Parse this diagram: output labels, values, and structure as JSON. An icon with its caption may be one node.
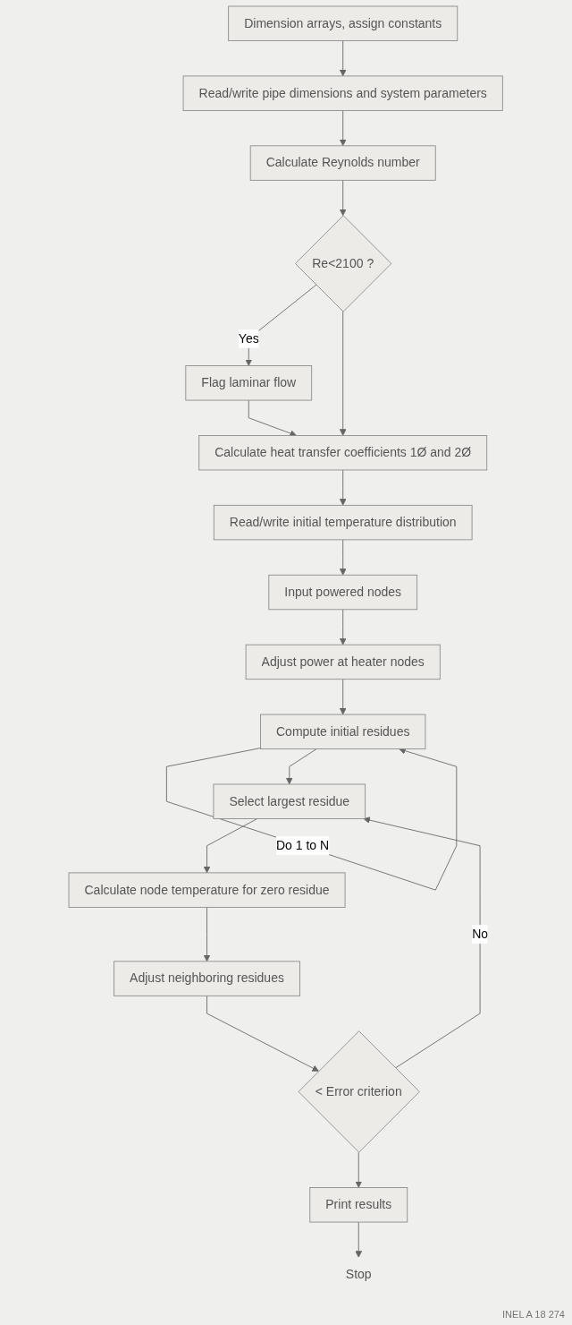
{
  "diagram": {
    "nodes": [
      {
        "text": [
          "Dimension arrays, assign constants"
        ]
      },
      {
        "text": [
          "Read/write pipe dimensions and system parameters"
        ]
      },
      {
        "text": [
          "Calculate Reynolds number"
        ]
      },
      {
        "text": [
          "Re<2100 ?"
        ]
      },
      {
        "text": [
          "Flag laminar flow"
        ]
      },
      {
        "text": [
          "Calculate heat transfer coefficients 1Ø and 2Ø"
        ]
      },
      {
        "text": [
          "Read/write initial temperature distribution"
        ]
      },
      {
        "text": [
          "Input powered nodes"
        ]
      },
      {
        "text": [
          "Adjust power at heater nodes"
        ]
      },
      {
        "text": [
          "Compute initial residues"
        ]
      },
      {
        "text": [
          "Select largest residue"
        ]
      },
      {
        "text": [
          "Calculate node temperature for zero residue"
        ]
      },
      {
        "text": [
          "Adjust neighboring residues"
        ]
      },
      {
        "text": [
          "< Error criterion"
        ]
      },
      {
        "text": [
          "Print results"
        ]
      },
      {
        "text": [
          "Stop"
        ]
      }
    ],
    "edges": [
      {
        "from": 0,
        "to": 1,
        "arrow": "to"
      },
      {
        "from": 1,
        "to": 2,
        "arrow": "to"
      },
      {
        "from": 2,
        "to": 3,
        "arrow": "to"
      },
      {
        "from": 3,
        "to": 4,
        "label": "Yes",
        "arrow": "to"
      },
      {
        "from": 4,
        "to": 5,
        "arrow": "to"
      },
      {
        "from": 3,
        "to": 5,
        "arrow": "to"
      },
      {
        "from": 5,
        "to": 6,
        "arrow": "to"
      },
      {
        "from": 6,
        "to": 7,
        "arrow": "to"
      },
      {
        "from": 7,
        "to": 8,
        "arrow": "to"
      },
      {
        "from": 8,
        "to": 9,
        "arrow": "to"
      },
      {
        "from": 9,
        "to": 9,
        "label": "Do 1 to N",
        "arrow": "to"
      },
      {
        "from": 9,
        "to": 10,
        "arrow": "to"
      },
      {
        "from": 13,
        "to": 10,
        "label": "No",
        "arrow": "to"
      },
      {
        "from": 10,
        "to": 11,
        "arrow": "to"
      },
      {
        "from": 11,
        "to": 12,
        "arrow": "to"
      },
      {
        "from": 12,
        "to": 13,
        "arrow": "to"
      },
      {
        "from": 13,
        "to": 14,
        "arrow": "to"
      },
      {
        "from": 14,
        "to": 15,
        "arrow": "to"
      }
    ],
    "labels": [
      "INEL A 18 274"
    ]
  }
}
